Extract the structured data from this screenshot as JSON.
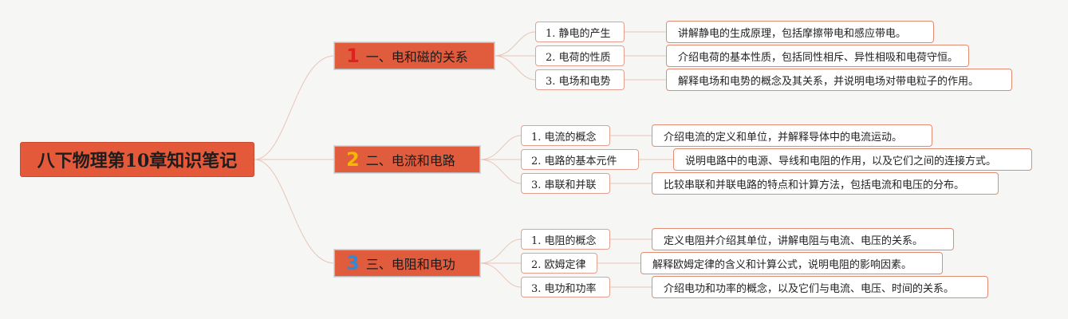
{
  "root": {
    "title": "八下物理第10章知识笔记"
  },
  "colors": {
    "accent": "#e15b3d",
    "num1": "#e02020",
    "num2": "#f5b800",
    "num3": "#2f8ad6"
  },
  "branches": [
    {
      "num": "1",
      "label": "一、电和磁的关系",
      "topics": [
        {
          "label": "1. 静电的产生",
          "desc": "讲解静电的生成原理，包括摩擦带电和感应带电。"
        },
        {
          "label": "2. 电荷的性质",
          "desc": "介绍电荷的基本性质，包括同性相斥、异性相吸和电荷守恒。"
        },
        {
          "label": "3. 电场和电势",
          "desc": "解释电场和电势的概念及其关系，并说明电场对带电粒子的作用。"
        }
      ]
    },
    {
      "num": "2",
      "label": "二、电流和电路",
      "topics": [
        {
          "label": "1. 电流的概念",
          "desc": "介绍电流的定义和单位，并解释导体中的电流运动。"
        },
        {
          "label": "2. 电路的基本元件",
          "desc": "说明电路中的电源、导线和电阻的作用，以及它们之间的连接方式。"
        },
        {
          "label": "3. 串联和并联",
          "desc": "比较串联和并联电路的特点和计算方法，包括电流和电压的分布。"
        }
      ]
    },
    {
      "num": "3",
      "label": "三、电阻和电功",
      "topics": [
        {
          "label": "1. 电阻的概念",
          "desc": "定义电阻并介绍其单位，讲解电阻与电流、电压的关系。"
        },
        {
          "label": "2. 欧姆定律",
          "desc": "解释欧姆定律的含义和计算公式，说明电阻的影响因素。"
        },
        {
          "label": "3. 电功和功率",
          "desc": "介绍电功和功率的概念，以及它们与电流、电压、时间的关系。"
        }
      ]
    }
  ]
}
